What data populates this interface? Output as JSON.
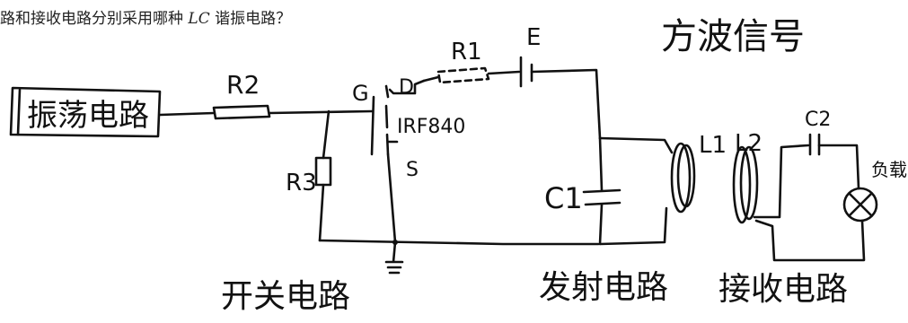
{
  "question": {
    "prefix": "路和接收电路分别采用哪种 ",
    "lc": "LC",
    "suffix": " 谐振电路？"
  },
  "labels": {
    "title": "方波信号",
    "oscillator": "振荡电路",
    "r1": "R1",
    "r2": "R2",
    "r3": "R3",
    "e": "E",
    "g": "G",
    "d": "D",
    "s": "S",
    "mosfet": "IRF840",
    "c1": "C1",
    "c2": "C2",
    "l1": "L1",
    "l2": "L2",
    "load": "负载",
    "switch_circuit": "开关电路",
    "transmit_circuit": "发射电路",
    "receive_circuit": "接收电路"
  }
}
